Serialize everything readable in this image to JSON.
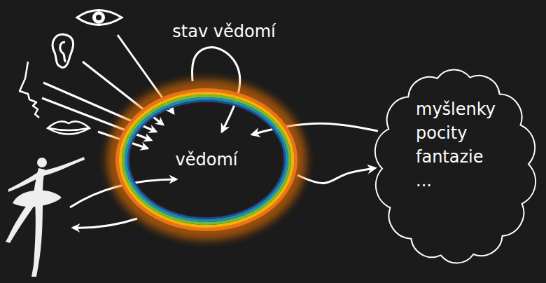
{
  "diagram": {
    "nodes": [
      {
        "text": [
          "vědomí"
        ]
      },
      {
        "text": [
          "myšlenky pocity fantazie ..."
        ]
      }
    ],
    "edges": [
      {
        "from": 1,
        "to": 0,
        "arrow": "to"
      },
      {
        "from": 0,
        "to": 1,
        "arrow": "to"
      },
      {
        "from": 0,
        "to": 0,
        "label": "stav vědomí",
        "arrow": "to"
      }
    ]
  }
}
